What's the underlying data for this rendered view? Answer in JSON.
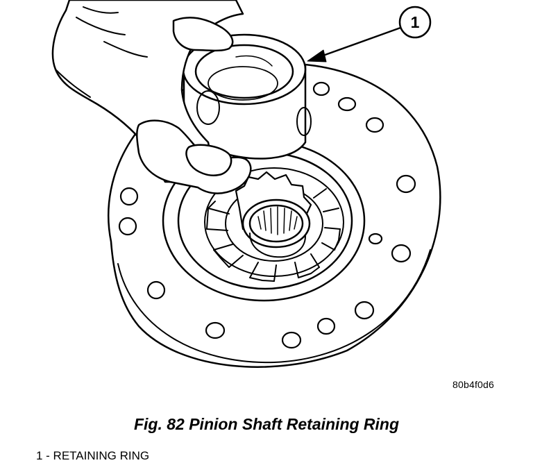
{
  "figure": {
    "code": "80b4f0d6",
    "caption": "Fig. 82 Pinion Shaft Retaining Ring",
    "callout_number": "1",
    "legend": "1 - RETAINING RING"
  }
}
